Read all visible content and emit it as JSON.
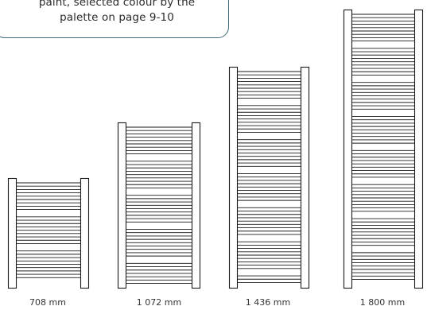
{
  "note": {
    "line1": "paint, selected colour by the",
    "line2": "palette on page 9-10"
  },
  "radiators": [
    {
      "height_label": "708 mm"
    },
    {
      "height_label": "1 072 mm"
    },
    {
      "height_label": "1 436 mm"
    },
    {
      "height_label": "1 800 mm"
    }
  ],
  "colors": {
    "line": "#1a1a1a",
    "callout_border": "#3e6a78"
  }
}
